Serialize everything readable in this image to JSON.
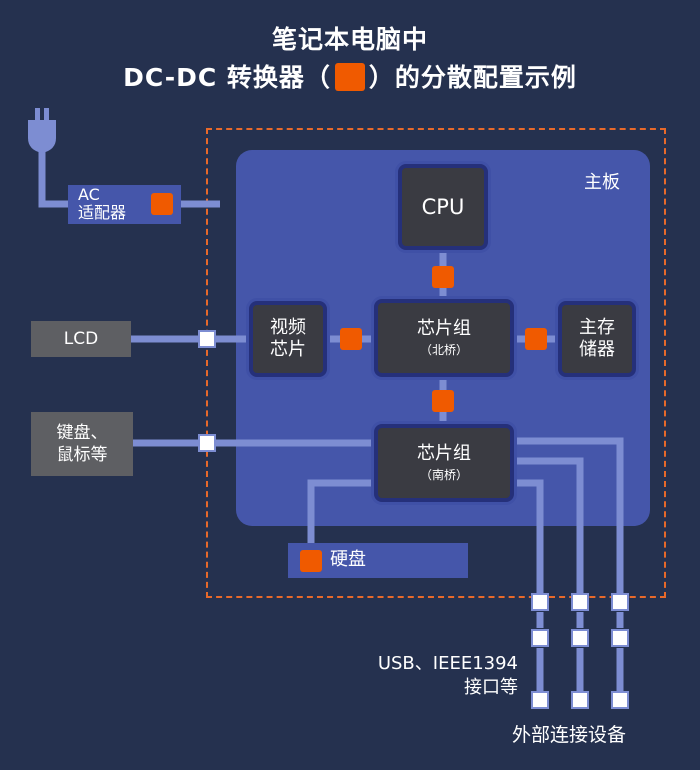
{
  "title": {
    "line1": "笔记本电脑中",
    "line2_prefix": "DC-DC 转换器（",
    "line2_suffix": "）的分散配置示例"
  },
  "board_label": "主板",
  "ac_adapter": {
    "line1": "AC",
    "line2": "适配器"
  },
  "chips": {
    "cpu": "CPU",
    "video_line1": "视频",
    "video_line2": "芯片",
    "northbridge_main": "芯片组",
    "northbridge_sub": "（北桥）",
    "memory_line1": "主存",
    "memory_line2": "储器",
    "southbridge_main": "芯片组",
    "southbridge_sub": "（南桥）"
  },
  "external": {
    "lcd": "LCD",
    "keyboard_line1": "键盘、",
    "keyboard_line2": "鼠标等"
  },
  "hdd": "硬盘",
  "ports_label": {
    "line1": "USB、IEEE1394",
    "line2": "接口等"
  },
  "external_devices": "外部连接设备",
  "colors": {
    "background": "#25314f",
    "board": "#4556aa",
    "converter": "#f05a00",
    "dashed_border": "#e8692a",
    "chip": "#3a3b42",
    "wire": "#7d8dd2"
  }
}
